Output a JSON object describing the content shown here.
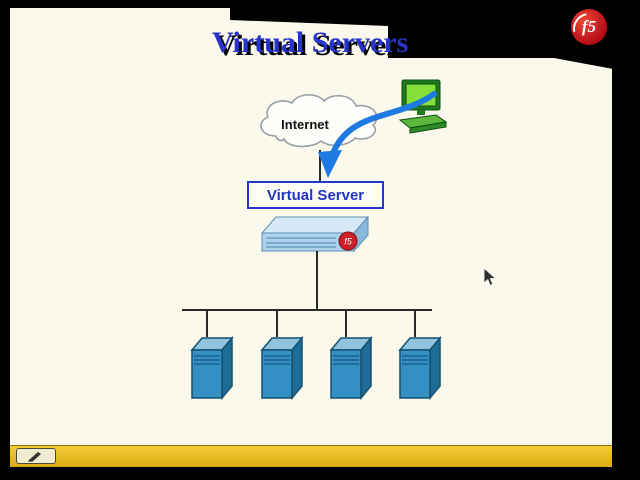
{
  "frame": {
    "background": "#000000",
    "slide_background": "#faf9ec"
  },
  "slide": {
    "title": "Virtual Servers",
    "title_color": "#2733c9"
  },
  "logo": {
    "label": "f5",
    "color": "#c41220"
  },
  "diagram": {
    "internet_label": "Internet",
    "virtual_server_label": "Virtual Server",
    "appliance_badge": "f5",
    "server_count": 4,
    "arrow_color": "#1e7ae0",
    "server_color": "#3490c4"
  },
  "toolbar": {
    "bar_color": "#e9bb1d",
    "pen_tool": "pen-icon"
  },
  "cursor": "arrow-pointer",
  "icons": {
    "logo": "f5-logo",
    "cloud": "internet-cloud-icon",
    "client": "client-computer-icon",
    "arrow": "traffic-arrow-icon",
    "appliance": "bigip-appliance-icon",
    "server": "server-icon",
    "pen": "pen-tool-icon",
    "cursor": "mouse-cursor-icon"
  }
}
